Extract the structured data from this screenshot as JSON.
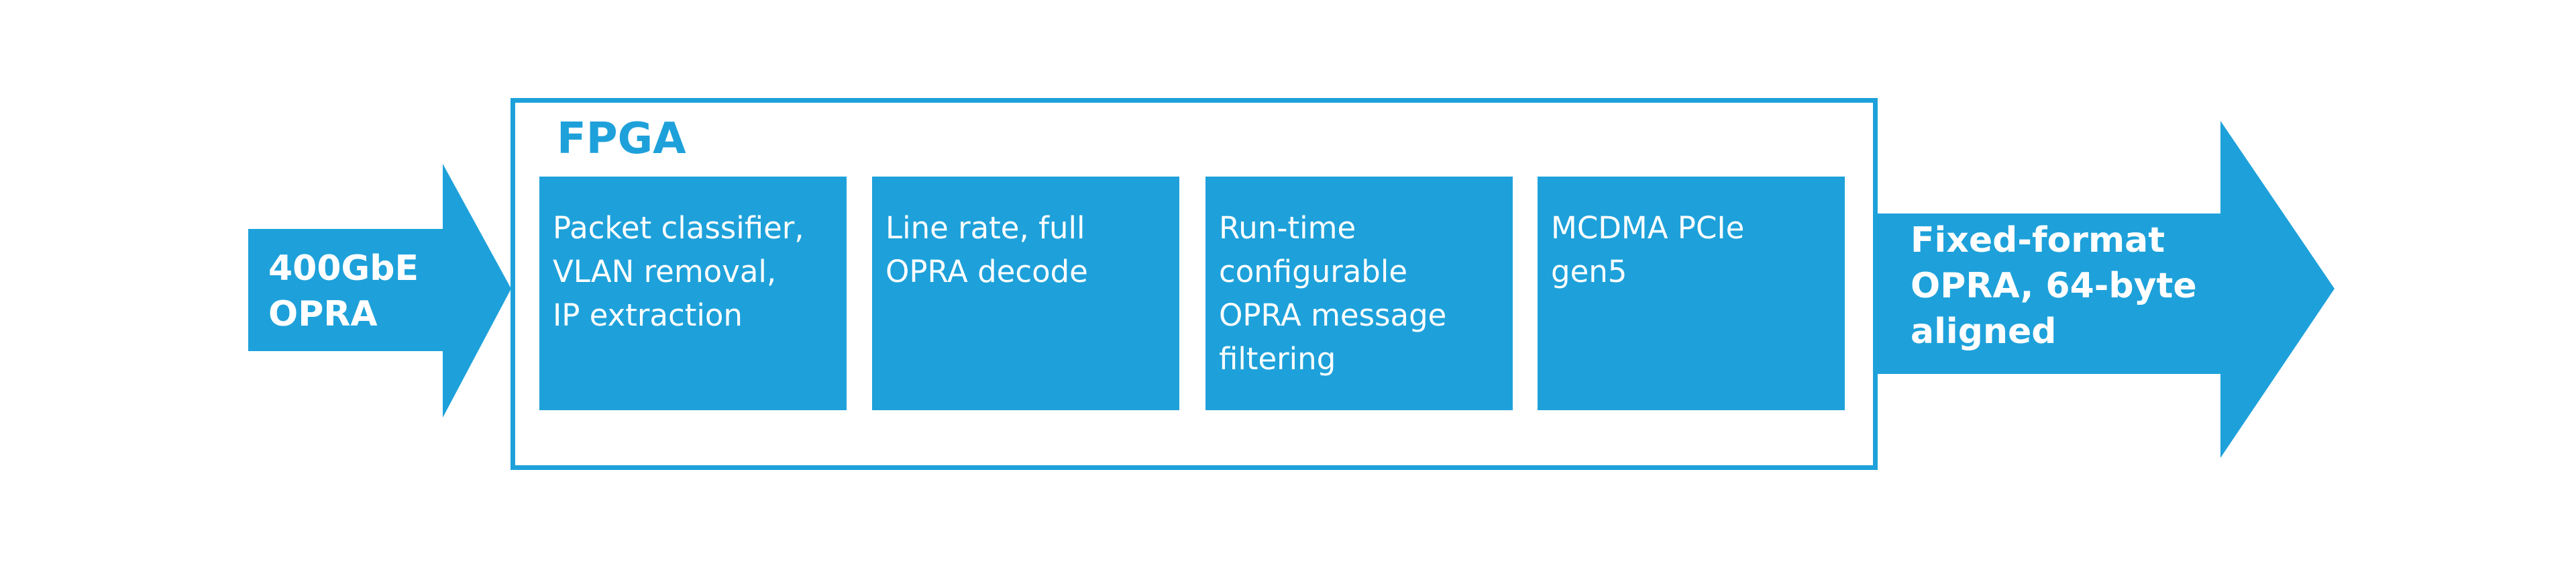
{
  "colors": {
    "accent": "#1ea1da",
    "text_on_accent": "#ffffff"
  },
  "input": {
    "label": "400GbE\nOPRA"
  },
  "fpga": {
    "title": "FPGA",
    "blocks": [
      {
        "text": "Packet classifier,\nVLAN removal,\nIP extraction"
      },
      {
        "text": "Line rate, full\nOPRA decode"
      },
      {
        "text": "Run-time\nconfigurable\nOPRA message\nfiltering"
      },
      {
        "text": "MCDMA PCIe\ngen5"
      }
    ]
  },
  "output": {
    "label": "Fixed-format\nOPRA, 64-byte\naligned"
  }
}
